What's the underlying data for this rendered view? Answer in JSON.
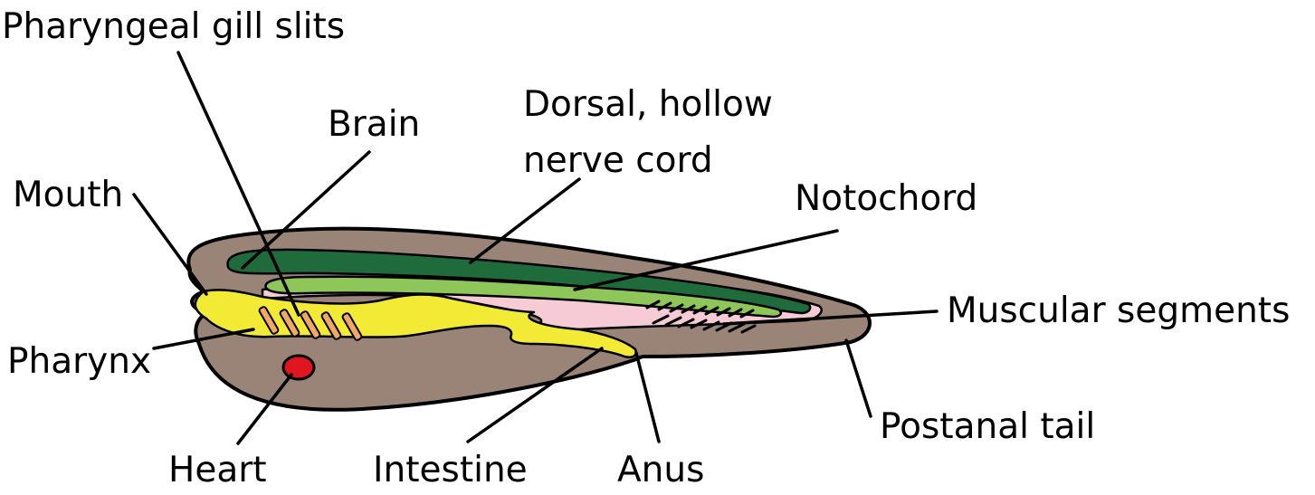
{
  "labels": {
    "pharyngeal_gill_slits": "Pharyngeal gill slits",
    "brain": "Brain",
    "dorsal_line1": "Dorsal, hollow",
    "dorsal_line2": "nerve cord",
    "notochord": "Notochord",
    "mouth": "Mouth",
    "muscular_segments": "Muscular segments",
    "pharynx": "Pharynx",
    "postanal_tail": "Postanal tail",
    "heart": "Heart",
    "intestine": "Intestine",
    "anus": "Anus"
  },
  "colors": {
    "body": "#9a8478",
    "pink": "#f6cbd6",
    "nerve_cord": "#1f6b3c",
    "notochord": "#8fc659",
    "pharynx": "#f2ea35",
    "gill_slits": "#f0a864",
    "heart": "#e0151f"
  }
}
